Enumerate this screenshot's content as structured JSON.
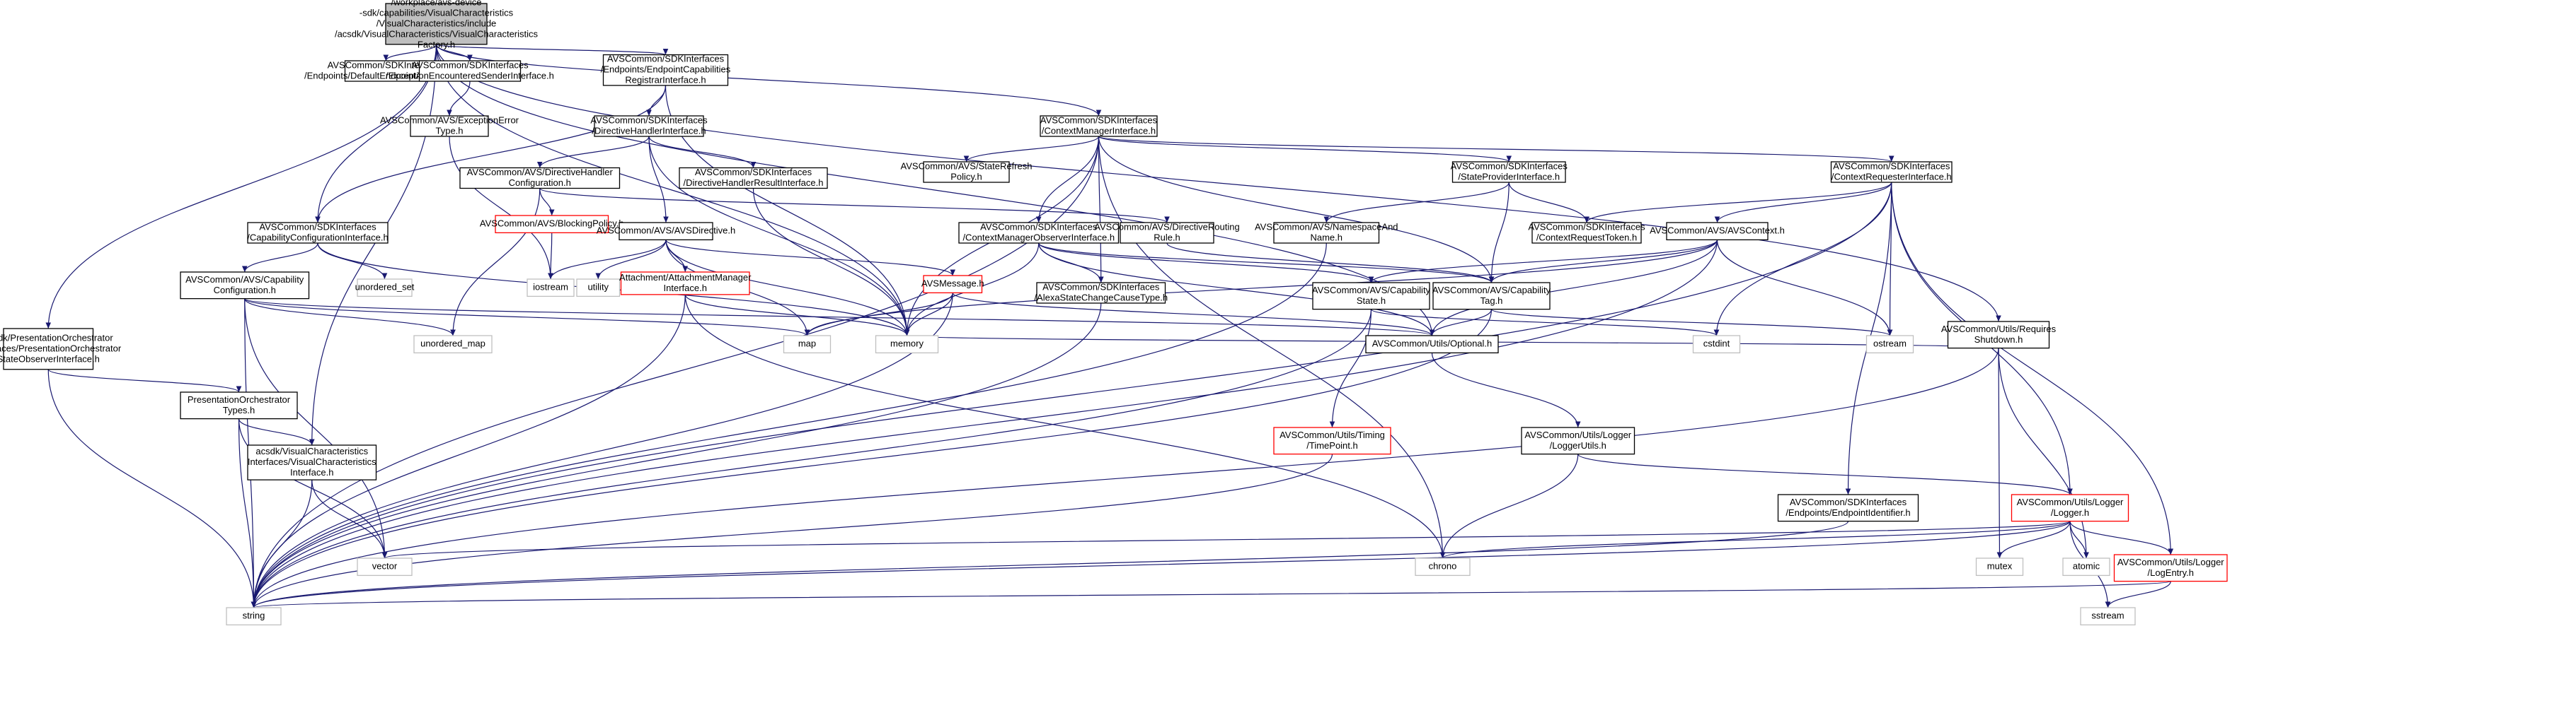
{
  "colors": {
    "edge": "#191970",
    "border_normal": "#000000",
    "border_red": "#ff0000",
    "border_gray": "#bfbfbf",
    "fill_root": "#bfbfbf",
    "fill_normal": "#ffffff"
  },
  "nodes": [
    {
      "id": "root",
      "kind": "root",
      "lines": [
        "/workplace/avs-device",
        "-sdk/capabilities/VisualCharacteristics",
        "/VisualCharacteristics/include",
        "/acsdk/VisualCharacteristics/VisualCharacteristics",
        "Factory.h"
      ]
    },
    {
      "id": "defEndpoint",
      "kind": "normal",
      "lines": [
        "AVSCommon/SDKInterfaces",
        "/Endpoints/DefaultEndpointAnnotation.h"
      ]
    },
    {
      "id": "excSender",
      "kind": "normal",
      "lines": [
        "AVSCommon/SDKInterfaces",
        "/ExceptionEncounteredSenderInterface.h"
      ]
    },
    {
      "id": "capReg",
      "kind": "normal",
      "lines": [
        "AVSCommon/SDKInterfaces",
        "/Endpoints/EndpointCapabilities",
        "RegistrarInterface.h"
      ]
    },
    {
      "id": "ctxMgr",
      "kind": "normal",
      "lines": [
        "AVSCommon/SDKInterfaces",
        "/ContextManagerInterface.h"
      ]
    },
    {
      "id": "excError",
      "kind": "normal",
      "lines": [
        "AVSCommon/AVS/ExceptionError",
        "Type.h"
      ]
    },
    {
      "id": "dirHandler",
      "kind": "normal",
      "lines": [
        "AVSCommon/SDKInterfaces",
        "/DirectiveHandlerInterface.h"
      ]
    },
    {
      "id": "stateRefresh",
      "kind": "normal",
      "lines": [
        "AVSCommon/AVS/StateRefresh",
        "Policy.h"
      ]
    },
    {
      "id": "stateProv",
      "kind": "normal",
      "lines": [
        "AVSCommon/SDKInterfaces",
        "/StateProviderInterface.h"
      ]
    },
    {
      "id": "ctxReq",
      "kind": "normal",
      "lines": [
        "AVSCommon/SDKInterfaces",
        "/ContextRequesterInterface.h"
      ]
    },
    {
      "id": "dirHandlerCfg",
      "kind": "normal",
      "lines": [
        "AVSCommon/AVS/DirectiveHandler",
        "Configuration.h"
      ]
    },
    {
      "id": "dirHandlerResult",
      "kind": "normal",
      "lines": [
        "AVSCommon/SDKInterfaces",
        "/DirectiveHandlerResultInterface.h"
      ]
    },
    {
      "id": "blocking",
      "kind": "red",
      "lines": [
        "AVSCommon/AVS/BlockingPolicy.h"
      ]
    },
    {
      "id": "avsDirective",
      "kind": "normal",
      "lines": [
        "AVSCommon/AVS/AVSDirective.h"
      ]
    },
    {
      "id": "ctxMgrObs",
      "kind": "normal",
      "lines": [
        "AVSCommon/SDKInterfaces",
        "/ContextManagerObserverInterface.h"
      ]
    },
    {
      "id": "dirRouting",
      "kind": "normal",
      "lines": [
        "AVSCommon/AVS/DirectiveRouting",
        "Rule.h"
      ]
    },
    {
      "id": "nsName",
      "kind": "normal",
      "lines": [
        "AVSCommon/AVS/NamespaceAnd",
        "Name.h"
      ]
    },
    {
      "id": "ctxReqToken",
      "kind": "normal",
      "lines": [
        "AVSCommon/SDKInterfaces",
        "/ContextRequestToken.h"
      ]
    },
    {
      "id": "avsContext",
      "kind": "normal",
      "lines": [
        "AVSCommon/AVS/AVSContext.h"
      ]
    },
    {
      "id": "capCfgIface",
      "kind": "normal",
      "lines": [
        "AVSCommon/SDKInterfaces",
        "/CapabilityConfigurationInterface.h"
      ]
    },
    {
      "id": "capCfg",
      "kind": "normal",
      "lines": [
        "AVSCommon/AVS/Capability",
        "Configuration.h"
      ]
    },
    {
      "id": "unorderedSet",
      "kind": "gray",
      "lines": [
        "unordered_set"
      ]
    },
    {
      "id": "iostream",
      "kind": "gray",
      "lines": [
        "iostream"
      ]
    },
    {
      "id": "utility",
      "kind": "gray",
      "lines": [
        "utility"
      ]
    },
    {
      "id": "attachMgr",
      "kind": "red",
      "lines": [
        "Attachment/AttachmentManager",
        "Interface.h"
      ]
    },
    {
      "id": "avsMessage",
      "kind": "red",
      "lines": [
        "AVSMessage.h"
      ]
    },
    {
      "id": "alexaState",
      "kind": "normal",
      "lines": [
        "AVSCommon/SDKInterfaces",
        "/AlexaStateChangeCauseType.h"
      ]
    },
    {
      "id": "capState",
      "kind": "normal",
      "lines": [
        "AVSCommon/AVS/Capability",
        "State.h"
      ]
    },
    {
      "id": "capTag",
      "kind": "normal",
      "lines": [
        "AVSCommon/AVS/Capability",
        "Tag.h"
      ]
    },
    {
      "id": "requiresShutdown",
      "kind": "normal",
      "lines": [
        "AVSCommon/Utils/Requires",
        "Shutdown.h"
      ]
    },
    {
      "id": "presObs",
      "kind": "normal",
      "lines": [
        "acsdk/PresentationOrchestrator",
        "Interfaces/PresentationOrchestrator",
        "StateObserverInterface.h"
      ]
    },
    {
      "id": "unorderedMap",
      "kind": "gray",
      "lines": [
        "unordered_map"
      ]
    },
    {
      "id": "map",
      "kind": "gray",
      "lines": [
        "map"
      ]
    },
    {
      "id": "memory",
      "kind": "gray",
      "lines": [
        "memory"
      ]
    },
    {
      "id": "optional",
      "kind": "normal",
      "lines": [
        "AVSCommon/Utils/Optional.h"
      ]
    },
    {
      "id": "cstdint",
      "kind": "gray",
      "lines": [
        "cstdint"
      ]
    },
    {
      "id": "ostream",
      "kind": "gray",
      "lines": [
        "ostream"
      ]
    },
    {
      "id": "presTypes",
      "kind": "normal",
      "lines": [
        "PresentationOrchestrator",
        "Types.h"
      ]
    },
    {
      "id": "visIface",
      "kind": "normal",
      "lines": [
        "acsdk/VisualCharacteristics",
        "Interfaces/VisualCharacteristics",
        "Interface.h"
      ]
    },
    {
      "id": "timePoint",
      "kind": "red",
      "lines": [
        "AVSCommon/Utils/Timing",
        "/TimePoint.h"
      ]
    },
    {
      "id": "loggerUtils",
      "kind": "normal",
      "lines": [
        "AVSCommon/Utils/Logger",
        "/LoggerUtils.h"
      ]
    },
    {
      "id": "endpointId",
      "kind": "normal",
      "lines": [
        "AVSCommon/SDKInterfaces",
        "/Endpoints/EndpointIdentifier.h"
      ]
    },
    {
      "id": "logger",
      "kind": "red",
      "lines": [
        "AVSCommon/Utils/Logger",
        "/Logger.h"
      ]
    },
    {
      "id": "vector",
      "kind": "gray",
      "lines": [
        "vector"
      ]
    },
    {
      "id": "chrono",
      "kind": "gray",
      "lines": [
        "chrono"
      ]
    },
    {
      "id": "mutex",
      "kind": "gray",
      "lines": [
        "mutex"
      ]
    },
    {
      "id": "atomic",
      "kind": "gray",
      "lines": [
        "atomic"
      ]
    },
    {
      "id": "logEntry",
      "kind": "red",
      "lines": [
        "AVSCommon/Utils/Logger",
        "/LogEntry.h"
      ]
    },
    {
      "id": "string",
      "kind": "gray",
      "lines": [
        "string"
      ]
    },
    {
      "id": "sstream",
      "kind": "gray",
      "lines": [
        "sstream"
      ]
    }
  ],
  "edges": [
    [
      "root",
      "defEndpoint"
    ],
    [
      "root",
      "excSender"
    ],
    [
      "root",
      "capReg"
    ],
    [
      "root",
      "ctxMgr"
    ],
    [
      "root",
      "requiresShutdown"
    ],
    [
      "root",
      "presObs"
    ],
    [
      "root",
      "visIface"
    ],
    [
      "root",
      "capCfgIface"
    ],
    [
      "root",
      "optional"
    ],
    [
      "root",
      "memory"
    ],
    [
      "excSender",
      "excError"
    ],
    [
      "capReg",
      "capCfgIface"
    ],
    [
      "capReg",
      "dirHandler"
    ],
    [
      "capReg",
      "memory"
    ],
    [
      "excError",
      "iostream"
    ],
    [
      "dirHandler",
      "dirHandlerCfg"
    ],
    [
      "dirHandler",
      "dirHandlerResult"
    ],
    [
      "dirHandler",
      "avsDirective"
    ],
    [
      "dirHandler",
      "memory"
    ],
    [
      "dirHandlerCfg",
      "blocking"
    ],
    [
      "dirHandlerCfg",
      "dirRouting"
    ],
    [
      "dirHandlerCfg",
      "unorderedMap"
    ],
    [
      "blocking",
      "iostream"
    ],
    [
      "dirHandlerResult",
      "memory"
    ],
    [
      "avsDirective",
      "attachMgr"
    ],
    [
      "avsDirective",
      "avsMessage"
    ],
    [
      "avsDirective",
      "iostream"
    ],
    [
      "avsDirective",
      "utility"
    ],
    [
      "avsDirective",
      "memory"
    ],
    [
      "avsDirective",
      "map"
    ],
    [
      "attachMgr",
      "string"
    ],
    [
      "attachMgr",
      "chrono"
    ],
    [
      "attachMgr",
      "memory"
    ],
    [
      "avsMessage",
      "memory"
    ],
    [
      "avsMessage",
      "string"
    ],
    [
      "avsMessage",
      "optional"
    ],
    [
      "avsMessage",
      "map"
    ],
    [
      "dirRouting",
      "capTag"
    ],
    [
      "ctxMgr",
      "stateRefresh"
    ],
    [
      "ctxMgr",
      "stateProv"
    ],
    [
      "ctxMgr",
      "ctxReq"
    ],
    [
      "ctxMgr",
      "ctxMgrObs"
    ],
    [
      "ctxMgr",
      "alexaState"
    ],
    [
      "ctxMgr",
      "memory"
    ],
    [
      "ctxMgr",
      "capTag"
    ],
    [
      "ctxMgr",
      "string"
    ],
    [
      "ctxMgr",
      "chrono"
    ],
    [
      "stateProv",
      "nsName"
    ],
    [
      "stateProv",
      "ctxReqToken"
    ],
    [
      "stateProv",
      "capTag"
    ],
    [
      "nsName",
      "string"
    ],
    [
      "ctxReq",
      "ctxReqToken"
    ],
    [
      "ctxReq",
      "avsContext"
    ],
    [
      "ctxReq",
      "endpointId"
    ],
    [
      "ctxReq",
      "logger"
    ],
    [
      "ctxReq",
      "logEntry"
    ],
    [
      "ctxReq",
      "cstdint"
    ],
    [
      "ctxReq",
      "ostream"
    ],
    [
      "ctxReq",
      "string"
    ],
    [
      "ctxMgrObs",
      "alexaState"
    ],
    [
      "ctxMgrObs",
      "capTag"
    ],
    [
      "ctxMgrObs",
      "capState"
    ],
    [
      "ctxMgrObs",
      "optional"
    ],
    [
      "ctxMgrObs",
      "memory"
    ],
    [
      "avsContext",
      "capState"
    ],
    [
      "avsContext",
      "capTag"
    ],
    [
      "avsContext",
      "optional"
    ],
    [
      "avsContext",
      "map"
    ],
    [
      "avsContext",
      "ostream"
    ],
    [
      "avsContext",
      "string"
    ],
    [
      "capState",
      "timePoint"
    ],
    [
      "capState",
      "string"
    ],
    [
      "capState",
      "cstdint"
    ],
    [
      "capTag",
      "optional"
    ],
    [
      "capTag",
      "ostream"
    ],
    [
      "capTag",
      "string"
    ],
    [
      "alexaState",
      "string"
    ],
    [
      "capCfgIface",
      "capCfg"
    ],
    [
      "capCfgIface",
      "unorderedSet"
    ],
    [
      "capCfgIface",
      "memory"
    ],
    [
      "capCfg",
      "unorderedMap"
    ],
    [
      "capCfg",
      "vector"
    ],
    [
      "capCfg",
      "map"
    ],
    [
      "capCfg",
      "string"
    ],
    [
      "capCfg",
      "optional"
    ],
    [
      "requiresShutdown",
      "mutex"
    ],
    [
      "requiresShutdown",
      "atomic"
    ],
    [
      "requiresShutdown",
      "memory"
    ],
    [
      "requiresShutdown",
      "string"
    ],
    [
      "presObs",
      "presTypes"
    ],
    [
      "presObs",
      "string"
    ],
    [
      "presTypes",
      "visIface"
    ],
    [
      "presTypes",
      "vector"
    ],
    [
      "presTypes",
      "string"
    ],
    [
      "visIface",
      "vector"
    ],
    [
      "visIface",
      "string"
    ],
    [
      "optional",
      "loggerUtils"
    ],
    [
      "loggerUtils",
      "logger"
    ],
    [
      "loggerUtils",
      "chrono"
    ],
    [
      "timePoint",
      "string"
    ],
    [
      "endpointId",
      "string"
    ],
    [
      "logger",
      "logEntry"
    ],
    [
      "logger",
      "mutex"
    ],
    [
      "logger",
      "atomic"
    ],
    [
      "logger",
      "sstream"
    ],
    [
      "logger",
      "vector"
    ],
    [
      "logger",
      "chrono"
    ],
    [
      "logger",
      "string"
    ],
    [
      "logEntry",
      "sstream"
    ],
    [
      "logEntry",
      "string"
    ]
  ]
}
